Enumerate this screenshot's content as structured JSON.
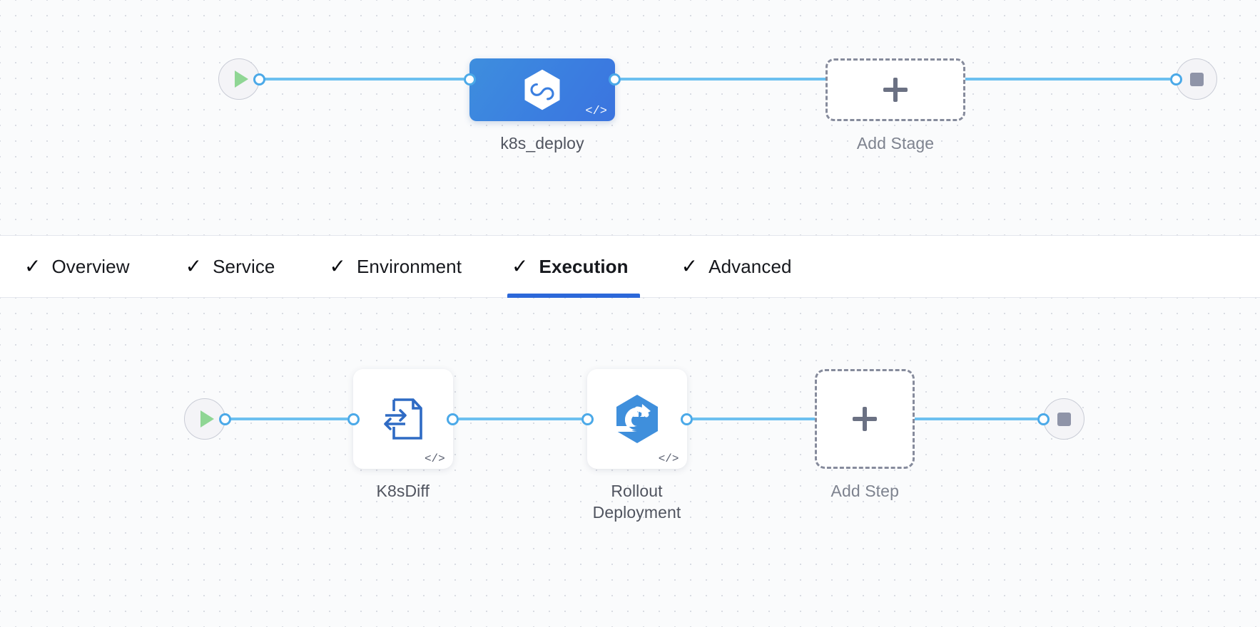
{
  "canvas": {
    "background_color": "#fafbfc",
    "dot_color": "#d9dce3",
    "edge_color": "#6cc0f0",
    "connector_color": "#4ba9e8"
  },
  "stage_graph": {
    "start_node": {
      "name": "start",
      "icon": "play-icon"
    },
    "end_node": {
      "name": "end",
      "icon": "stop-icon"
    },
    "nodes": [
      {
        "id": "k8s_deploy",
        "label": "k8s_deploy",
        "type": "deploy-stage",
        "icon": "harness-hexagon-icon",
        "selected": true,
        "accent": "#3b7fe0",
        "code_badge": "</>"
      },
      {
        "id": "add_stage",
        "label": "Add Stage",
        "type": "add-placeholder",
        "icon": "plus-icon"
      }
    ]
  },
  "tabs": {
    "check_glyph": "✓",
    "active_indicator_color": "#2c68d9",
    "items": [
      {
        "id": "overview",
        "label": "Overview",
        "completed": true,
        "active": false
      },
      {
        "id": "service",
        "label": "Service",
        "completed": true,
        "active": false
      },
      {
        "id": "environment",
        "label": "Environment",
        "completed": true,
        "active": false
      },
      {
        "id": "execution",
        "label": "Execution",
        "completed": true,
        "active": true
      },
      {
        "id": "advanced",
        "label": "Advanced",
        "completed": true,
        "active": false
      }
    ]
  },
  "step_graph": {
    "start_node": {
      "name": "start",
      "icon": "play-icon"
    },
    "end_node": {
      "name": "end",
      "icon": "stop-icon"
    },
    "nodes": [
      {
        "id": "k8s_diff",
        "label": "K8sDiff",
        "type": "step",
        "icon": "k8s-diff-document-icon",
        "code_badge": "</>"
      },
      {
        "id": "rollout_deployment",
        "label": "Rollout\nDeployment",
        "type": "step",
        "icon": "rollout-hexagon-icon",
        "code_badge": "</>"
      },
      {
        "id": "add_step",
        "label": "Add Step",
        "type": "add-placeholder",
        "icon": "plus-icon"
      }
    ]
  }
}
